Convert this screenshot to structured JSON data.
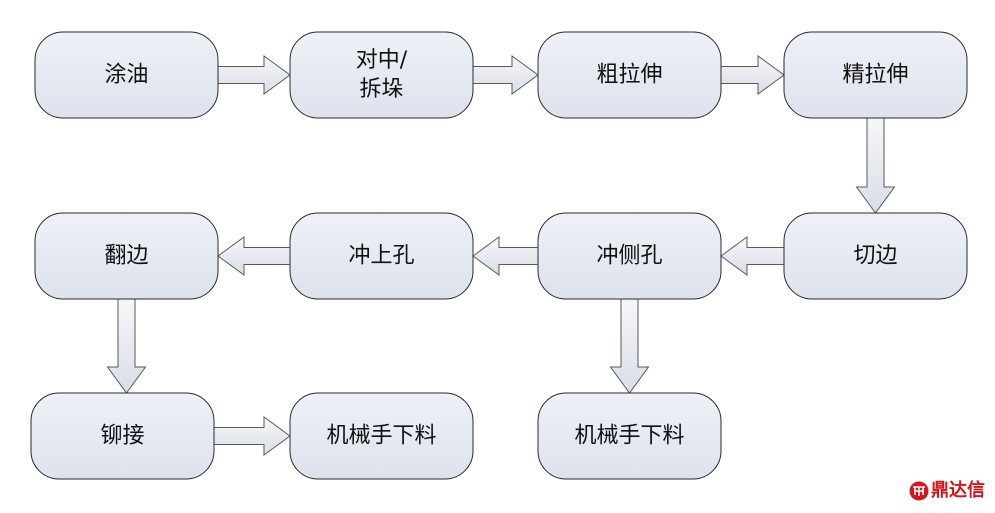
{
  "diagram": {
    "nodes": [
      {
        "id": "tuyou",
        "lines": [
          "涂油"
        ]
      },
      {
        "id": "duizhong",
        "lines": [
          "对中/",
          "拆垛"
        ]
      },
      {
        "id": "culashen",
        "lines": [
          "粗拉伸"
        ]
      },
      {
        "id": "jinglashen",
        "lines": [
          "精拉伸"
        ]
      },
      {
        "id": "qiebian1",
        "lines": [
          "切边"
        ]
      },
      {
        "id": "chongcekong",
        "lines": [
          "冲侧孔"
        ]
      },
      {
        "id": "chongshangkong",
        "lines": [
          "冲上孔"
        ]
      },
      {
        "id": "fanbian",
        "lines": [
          "翻边"
        ]
      },
      {
        "id": "maojie",
        "lines": [
          "铆接"
        ]
      },
      {
        "id": "xialiao1",
        "lines": [
          "机械手下料"
        ]
      },
      {
        "id": "xialiao2",
        "lines": [
          "机械手下料"
        ]
      }
    ],
    "edges": [
      {
        "from": "tuyou",
        "to": "duizhong"
      },
      {
        "from": "duizhong",
        "to": "culashen"
      },
      {
        "from": "culashen",
        "to": "jinglashen"
      },
      {
        "from": "jinglashen",
        "to": "qiebian1"
      },
      {
        "from": "qiebian1",
        "to": "chongcekong"
      },
      {
        "from": "chongcekong",
        "to": "chongshangkong"
      },
      {
        "from": "chongshangkong",
        "to": "fanbian"
      },
      {
        "from": "fanbian",
        "to": "maojie"
      },
      {
        "from": "maojie",
        "to": "xialiao1"
      },
      {
        "from": "chongcekong",
        "to": "xialiao2"
      }
    ],
    "colors": {
      "node_fill_top": "#eef1f7",
      "node_fill_bottom": "#dde2ec",
      "arrow_fill_top": "#f6f7fa",
      "arrow_fill_bottom": "#d9dde6"
    }
  },
  "watermark": {
    "text": "鼎达信",
    "icon": "logo-icon",
    "color": "#d7161b"
  }
}
